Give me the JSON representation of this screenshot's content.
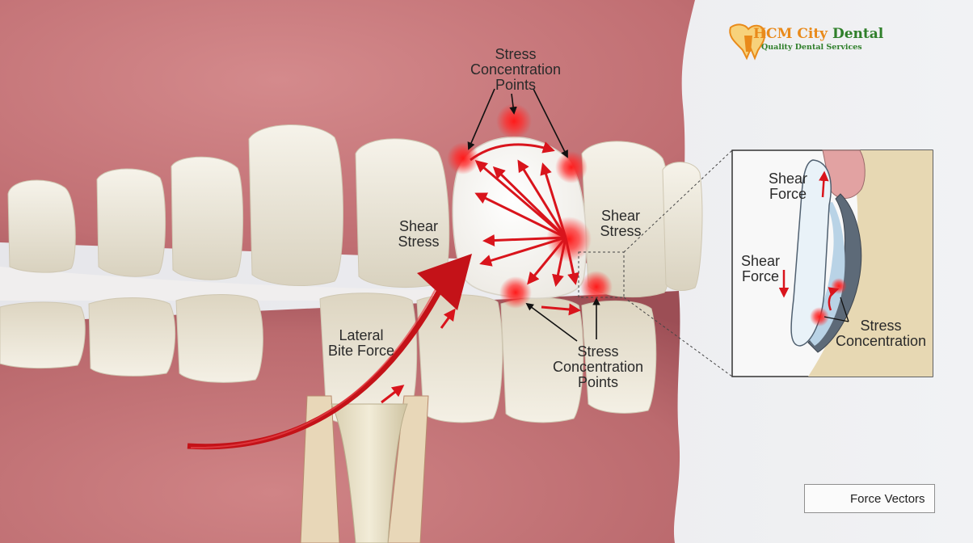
{
  "brand": {
    "name_part1": "HCM City",
    "name_part2": "Dental",
    "tagline": "Quality Dental Services",
    "icon": "tooth-implant-icon",
    "colors": {
      "orange": "#e98a1a",
      "green": "#2f7f2a"
    }
  },
  "labels": {
    "top_stress": [
      "Stress",
      "Concentration",
      "Points"
    ],
    "shear_left": [
      "Shear",
      "Stress"
    ],
    "shear_right": [
      "Shear",
      "Stress"
    ],
    "lateral_bite": [
      "Lateral",
      "Bite Force"
    ],
    "bottom_stress": [
      "Stress",
      "Concentration",
      "Points"
    ]
  },
  "inset": {
    "shear_force_top": [
      "Shear",
      "Force"
    ],
    "shear_force_mid": [
      "Shear",
      "Force"
    ],
    "stress_concentration": [
      "Stress",
      "Concentration"
    ]
  },
  "legend": {
    "label": "Force Vectors",
    "icon": "red-arrow-icon"
  },
  "colors": {
    "force_red": "#d9141c",
    "hotspot_red": "#ff1a1a",
    "gum": "#c9777a",
    "tooth": "#efeade",
    "background": "#ebecef"
  }
}
